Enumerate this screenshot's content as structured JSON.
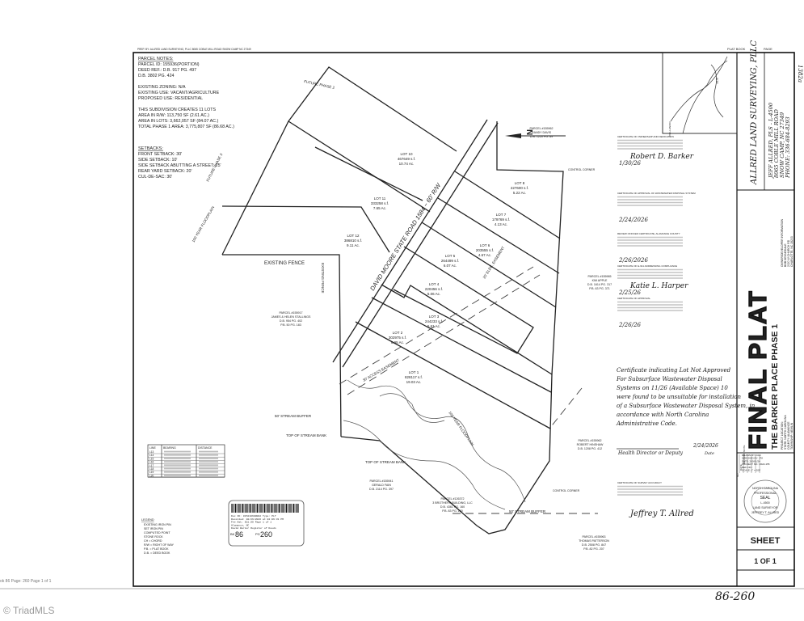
{
  "header": {
    "prepared_by": "PREP. BY: ALLRED LAND SURVEYING, PLLC 8065 COBLE MILL ROAD SNOW CAMP NC 27349",
    "plat_book_label": "PLAT BOOK",
    "page_label": "PAGE",
    "margin_note": "1382a"
  },
  "notes": {
    "title": "PARCEL NOTES:",
    "lines": [
      "PARCEL ID: 155936(PORTION)",
      "DEED REF.: D.B. 917 PG. 497",
      "D.B. 3802 PG. 424",
      "",
      "EXISTING ZONING: N/A",
      "EXISTING USE: VACANT/AGRICULTURE",
      "PROPOSED USE: RESIDENTIAL",
      "",
      "THIS SUBDIVISION CREATES 11 LOTS",
      "AREA IN R/W: 113,750 SF (2.61 AC.)",
      "AREA IN LOTS: 3,662,057 SF (84.07 AC.)",
      "TOTAL PHASE 1 AREA: 3,775,807 SF (86.68 AC.)"
    ],
    "setbacks_title": "SETBACKS:",
    "setbacks": [
      "FRONT SETBACK: 30'",
      "SIDE SETBACK: 10'",
      "SIDE SETBACK ABUTTING A STREET: 25'",
      "REAR YARD SETBACK: 20'",
      "CUL-DE-SAC: 30'"
    ]
  },
  "road": {
    "label": "DAVID MOORE STATE ROAD 1584 ~ 60' R/W"
  },
  "lots": [
    {
      "name": "LOT 10",
      "sf": "467649 s.f.",
      "ac": "10.74 Ac."
    },
    {
      "name": "LOT 11",
      "sf": "333258 s.f.",
      "ac": "7.65 Ac."
    },
    {
      "name": "LOT 12",
      "sf": "386810 s.f.",
      "ac": "9.11 Ac."
    },
    {
      "name": "LOT 8",
      "sf": "227600 s.f.",
      "ac": "5.22 Ac."
    },
    {
      "name": "LOT 7",
      "sf": "179769 s.f.",
      "ac": "4.13 Ac."
    },
    {
      "name": "LOT 6",
      "sf": "203555 s.f.",
      "ac": "4.67 Ac."
    },
    {
      "name": "LOT 5",
      "sf": "264499 s.f.",
      "ac": "6.07 Ac."
    },
    {
      "name": "LOT 4",
      "sf": "220456 s.f.",
      "ac": "5.06 Ac."
    },
    {
      "name": "LOT 3",
      "sf": "244233 s.f.",
      "ac": "5.61 Ac."
    },
    {
      "name": "LOT 2",
      "sf": "302975 s.f.",
      "ac": "6.95 Ac."
    },
    {
      "name": "LOT 1",
      "sf": "828117 s.f.",
      "ac": "19.03 Ac."
    }
  ],
  "parcels": [
    {
      "lines": [
        "PARCEL #155962",
        "RANDY DAVIS",
        "D.B. 1220 PG. 89"
      ]
    },
    {
      "lines": [
        "PARCEL #155917",
        "JAMES & HELEN STALLINGS",
        "D.B. 954 PG. 402",
        "P.B. 50 PG. 183"
      ]
    },
    {
      "lines": [
        "PARCEL #155965",
        "KIM APPLE",
        "D.B. 1614 PG. 317",
        "P.B. 63 PG. 371"
      ]
    },
    {
      "lines": [
        "PARCEL #155962",
        "ROBERT HINSHAW",
        "D.B. 1208 PG. 412"
      ]
    },
    {
      "lines": [
        "PARCEL #155941",
        "GERALD FAIN",
        "D.B. 2114 PG. 397"
      ]
    },
    {
      "lines": [
        "PARCEL #126372",
        "3 BROTHERS BUILDING, LLC",
        "D.B. 4361 PG. 160",
        "P.B. 83 PG. 160"
      ]
    },
    {
      "lines": [
        "PARCEL #155963",
        "THOMAS PATTERSON",
        "D.B. 2508 PG. 847",
        "P.B. 82 PG. 207"
      ]
    }
  ],
  "annotations": {
    "existing_fence": "EXISTING FENCE",
    "future_phase_2": "FUTURE PHASE 2",
    "future_phase_3": "FUTURE PHASE 3",
    "floodplain": "100 YEAR FLOODPLAIN",
    "stream_buffer": "50' STREAM BUFFER",
    "top_of_bank": "TOP OF STREAM BANK",
    "access_easement": "30' ACCESS EASEMENT",
    "elec_easement": "20' ELEC. EASEMENT",
    "control_corner": "CONTROL CORNER",
    "north": "N"
  },
  "line_table": {
    "headers": [
      "LINE",
      "BEARING",
      "DISTANCE"
    ],
    "rows": [
      "L13",
      "L14",
      "L15",
      "L16",
      "L17",
      "L18",
      "L19",
      "L20"
    ]
  },
  "legend": {
    "title": "LEGEND",
    "items": [
      "EXISTING IRON PIN",
      "SET IRON PIN",
      "COMPUTED POINT",
      "STONE ROCK",
      "CH = CHORD",
      "R/W = RIGHT OF WAY",
      "P.B. = PLAT BOOK",
      "D.B. = DEED BOOK"
    ]
  },
  "recording_stamp": {
    "lines": [
      "Doc ID: 015210600002 Type: PLT",
      "Recorded: 02/26/2026 at 02:06:31 PM",
      "Fee Amt: $21.00 Page 1 of 1",
      "Alamance, NC",
      "David Barker Register of Deeds"
    ],
    "book": "86",
    "page": "260",
    "book_prefix": "BK",
    "page_prefix": "PG"
  },
  "certificates": [
    {
      "title": "CERTIFICATE OF OWNERSHIP AND DEDICATION",
      "signature": "Robert D. Barker",
      "date": "1/30/26"
    },
    {
      "title": "CERTIFICATE OF APPROVAL OF WASTEWATER DISPOSAL SYSTEM",
      "signature": "",
      "date": "2/24/2026"
    },
    {
      "title": "REVIEW OFFICER CERTIFICATE, ALAMANCE COUNTY",
      "signature": "",
      "date": "2/26/2026"
    },
    {
      "title": "CERTIFICATE OF E-911 ADDRESSING COMPLIANCE",
      "signature": "Katie L. Harper",
      "date": "2/25/26"
    },
    {
      "title": "CERTIFICATE OF APPROVAL",
      "signature": "",
      "date": "2/26/26"
    },
    {
      "title": "CERTIFICATE OF SURVEY ACCURACY",
      "signature": "Jeffrey T. Allred",
      "date": ""
    }
  ],
  "handwritten_note": {
    "lines": [
      "Certificate indicating Lot Not Approved",
      "For Subsurface Wastewater Disposal",
      "Systems on 11/26 (Available Space) 10",
      "were found to be unsuitable for installation",
      "of a Subsurface Wastewater Disposal System, in",
      "accordance with North Carolina",
      "Administrative Code."
    ],
    "signer": "Health Director or Deputy",
    "date": "2/24/2026",
    "date_label": "Date"
  },
  "vicinity_map": {
    "label": "VICINITY MAP",
    "site": "SITE"
  },
  "title_block": {
    "firm": "ALLRED LAND SURVEYING, PLLC",
    "firm_lines": [
      "JEFF ALLRED, PLS - L-4500",
      "8065 COBLE MILL ROAD",
      "SNOW CAMP, NC 27349",
      "PHONE: 336-684-8293"
    ],
    "title": "FINAL PLAT",
    "subtitle": "THE BARKER PLACE PHASE 1",
    "owner_lines": [
      "OWNER/DEVELOPER INFORMATION",
      "BOB KENNEDALE",
      "2020 W CHURCH RD",
      "CHARLOTTE, NC 28203"
    ],
    "location_lines": [
      "PROJECT LOCATION:",
      "STATE: NORTH CAROLINA",
      "COUNTY: ALAMANCE",
      "TOWNSHIP: NEWLIN"
    ],
    "revision_header": [
      "NO.",
      "DATE",
      "REVISION NOTE"
    ],
    "drawn": [
      "DRAWN BY: DAC",
      "CHECKED BY: JTA",
      "DATE: 2026/1/24",
      "PROJECT NO.: 2022-155",
      "REF. NO.:",
      "SCALE: 1\" = 200'"
    ],
    "seal_lines": [
      "NORTH CAROLINA",
      "PROFESSIONAL",
      "SEAL",
      "L-4500",
      "LAND SURVEYOR",
      "JEFFREY T. ALLRED"
    ],
    "sheet_label": "SHEET",
    "sheet_num": "1 OF 1"
  },
  "book_page_handwritten": "86-260",
  "footer": "ok 86 Page: 260    Page 1 of 1",
  "watermark": "© TriadMLS"
}
